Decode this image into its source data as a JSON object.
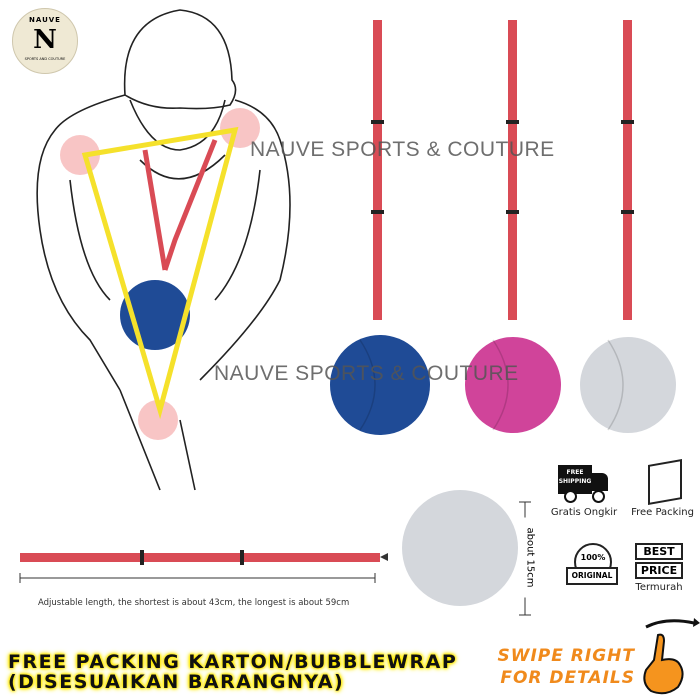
{
  "brand": {
    "logo_top": "NAUVE",
    "logo_letter": "N",
    "logo_bottom": "SPORTS AND COUTURE"
  },
  "watermarks": [
    "NAUVE SPORTS & COUTURE",
    "NAUVE SPORTS & COUTURE"
  ],
  "product": {
    "ball_colors": [
      "#1f4b96",
      "#d0449a",
      "#d4d7dc"
    ],
    "strap_color": "#d94b55"
  },
  "dimensions": {
    "length_caption": "Adjustable length, the shortest is about 43cm, the longest is about 59cm",
    "diameter_label": "about 15cm"
  },
  "badges": [
    {
      "icon": "free-shipping-truck-icon",
      "icon_text": [
        "FREE",
        "SHIPPING"
      ],
      "label": "Gratis Ongkir"
    },
    {
      "icon": "package-box-icon",
      "label": "Free Packing"
    },
    {
      "icon": "original-seal-icon",
      "icon_text": [
        "100%",
        "ORIGINAL"
      ]
    },
    {
      "icon": "best-price-icon",
      "icon_text": [
        "BEST",
        "PRICE"
      ],
      "label": "Termurah"
    }
  ],
  "promo": {
    "line1": "FREE PACKING KARTON/BUBBLEWRAP",
    "line2": "(DISESUAIKAN BARANGNYA)"
  },
  "swipe": {
    "line1": "SWIPE RIGHT",
    "line2": "FOR DETAILS",
    "color": "#f08a1c"
  }
}
